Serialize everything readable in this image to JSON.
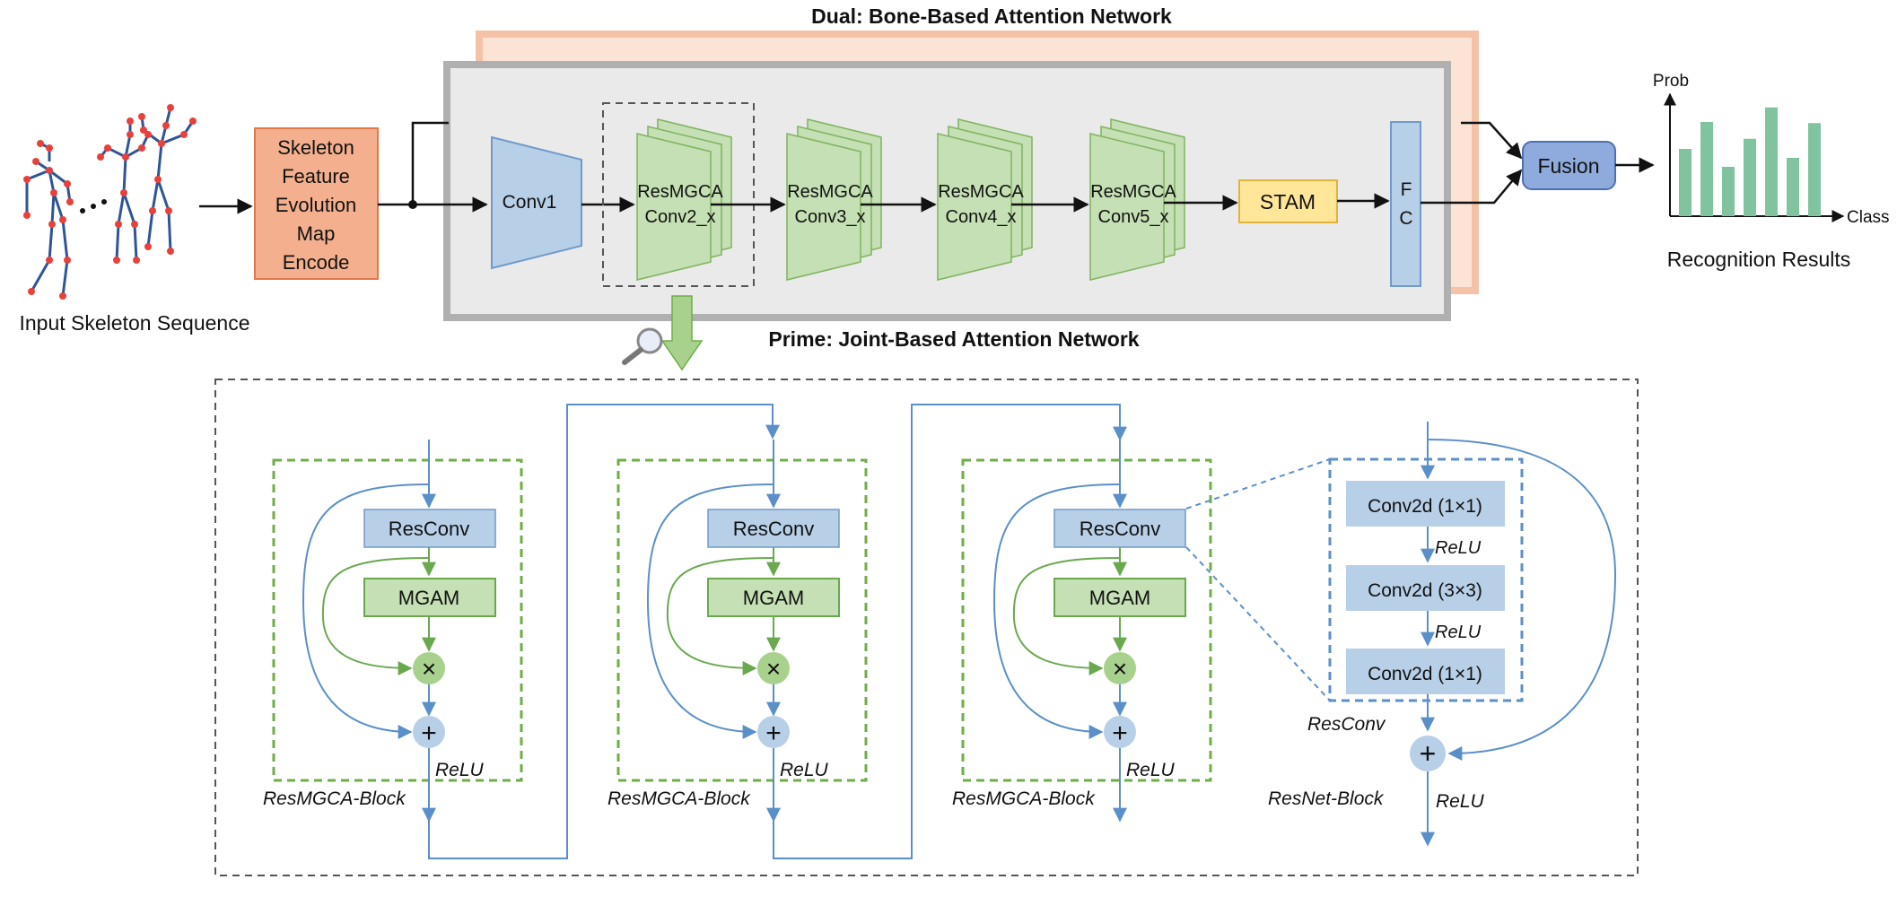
{
  "top": {
    "dual_title": "Dual: Bone-Based Attention Network",
    "prime_title": "Prime: Joint-Based Attention Network",
    "input_label": "Input Skeleton Sequence",
    "sfem_lines": [
      "Skeleton",
      "Feature",
      "Evolution",
      "Map",
      "Encode"
    ],
    "conv1": "Conv1",
    "stages": [
      {
        "l1": "ResMGCA",
        "l2": "Conv2_x"
      },
      {
        "l1": "ResMGCA",
        "l2": "Conv3_x"
      },
      {
        "l1": "ResMGCA",
        "l2": "Conv4_x"
      },
      {
        "l1": "ResMGCA",
        "l2": "Conv5_x"
      }
    ],
    "stam": "STAM",
    "fc_lines": [
      "F",
      "C"
    ],
    "fusion": "Fusion",
    "results": {
      "title": "Recognition Results",
      "y_label": "Prob",
      "x_label": "Class"
    }
  },
  "chart_data": {
    "type": "bar",
    "categories": [
      "",
      "",
      "",
      "",
      "",
      "",
      ""
    ],
    "values": [
      0.6,
      0.84,
      0.44,
      0.69,
      0.97,
      0.52,
      0.83
    ],
    "xlabel": "Class",
    "ylabel": "Prob",
    "ylim": [
      0,
      1.2
    ]
  },
  "bottom": {
    "blocks": [
      {
        "resconv": "ResConv",
        "mgam": "MGAM",
        "relu": "ReLU",
        "caption": "ResMGCA-Block"
      },
      {
        "resconv": "ResConv",
        "mgam": "MGAM",
        "relu": "ReLU",
        "caption": "ResMGCA-Block"
      },
      {
        "resconv": "ResConv",
        "mgam": "MGAM",
        "relu": "ReLU",
        "caption": "ResMGCA-Block"
      }
    ],
    "resnet": {
      "convs": [
        "Conv2d (1×1)",
        "Conv2d (3×3)",
        "Conv2d (1×1)"
      ],
      "relu1": "ReLU",
      "relu2": "ReLU",
      "resconv_label": "ResConv",
      "caption": "ResNet-Block",
      "relu_out": "ReLU"
    },
    "ops": {
      "multiply": "×",
      "add": "+"
    }
  },
  "colors": {
    "sfem": "#f4b08e",
    "conv1": "#b8cfe8",
    "stage": "#c5e0b4",
    "stam": "#ffe699",
    "fusion": "#8faadc",
    "bar": "#7fc49f",
    "arrow_blue": "#5b8fc9",
    "arrow_green": "#6aa84f",
    "joint": "#e8413c",
    "bone": "#2f5597"
  }
}
